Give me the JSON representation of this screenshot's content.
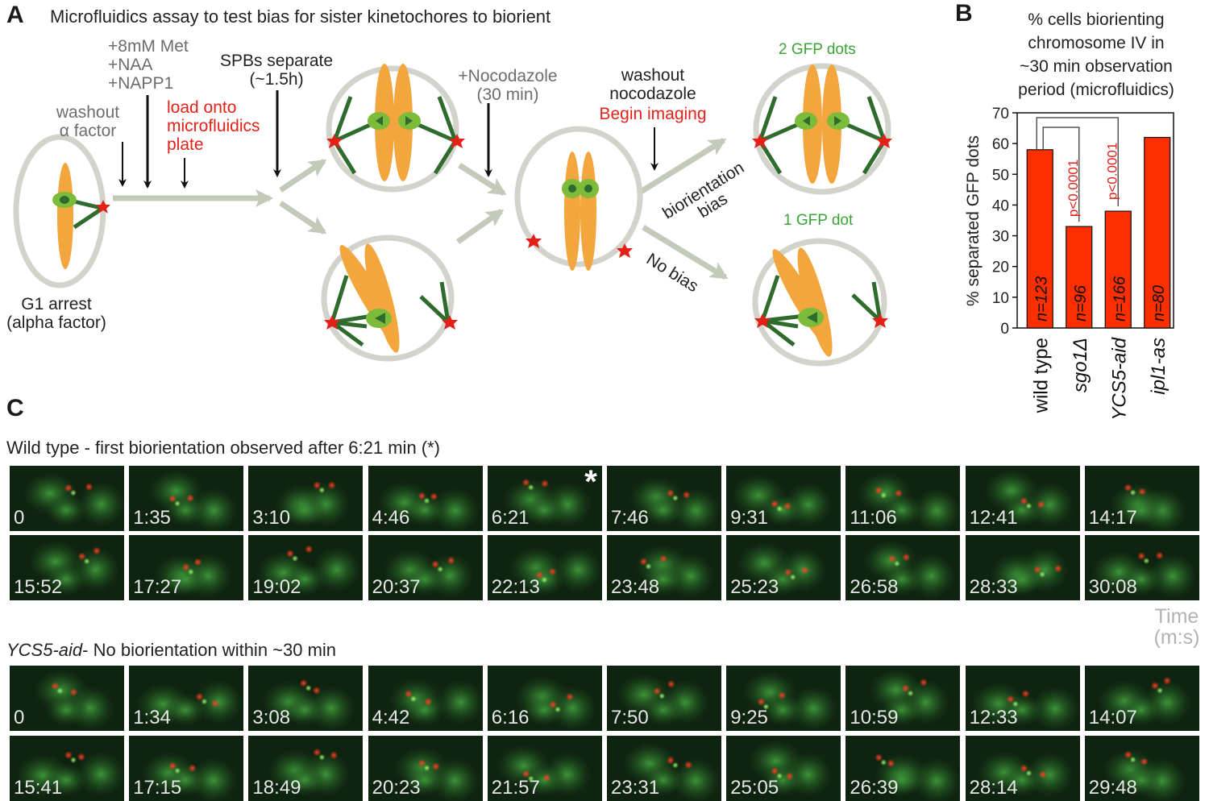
{
  "panelA": {
    "letter": "A",
    "title": "Microfluidics assay to test bias for sister kinetochores to biorient",
    "met": [
      "+8mM Met",
      "+NAA",
      "+NAPP1"
    ],
    "washout_alpha": [
      "washout",
      "α factor"
    ],
    "load": [
      "load onto",
      "microfluidics",
      "plate"
    ],
    "spb": [
      "SPBs separate",
      "(~1.5h)"
    ],
    "nocodazole": [
      "+Nocodazole",
      "(30 min)"
    ],
    "washout_noc": [
      "washout",
      "nocodazole"
    ],
    "begin_imaging": "Begin imaging",
    "two_dots": "2 GFP dots",
    "one_dot": "1 GFP dot",
    "bias": [
      "biorientation",
      "bias"
    ],
    "no_bias": "No bias",
    "g1": [
      "G1 arrest",
      "(alpha factor)"
    ],
    "colors": {
      "cell": "#d2d4cc",
      "arrow": "#c3cab9",
      "chromosome": "#f3a63d",
      "kinetochore": "#7dbb3a",
      "microtubule": "#2f6b2c",
      "spb": "#e32119"
    }
  },
  "panelB": {
    "letter": "B"
  },
  "panelC": {
    "letter": "C",
    "wt_title": "Wild type - first biorientation observed after 6:21 min (*)",
    "ycs_title_italic": "YCS5-aid",
    "ycs_title_rest": "- No biorientation within ~30 min",
    "time_label": [
      "Time",
      "(m:s)"
    ],
    "wt_row1": [
      "0",
      "1:35",
      "3:10",
      "4:46",
      "6:21",
      "7:46",
      "9:31",
      "11:06",
      "12:41",
      "14:17"
    ],
    "wt_row2": [
      "15:52",
      "17:27",
      "19:02",
      "20:37",
      "22:13",
      "23:48",
      "25:23",
      "26:58",
      "28:33",
      "30:08"
    ],
    "ycs_row1": [
      "0",
      "1:34",
      "3:08",
      "4:42",
      "6:16",
      "7:50",
      "9:25",
      "10:59",
      "12:33",
      "14:07"
    ],
    "ycs_row2": [
      "15:41",
      "17:15",
      "18:49",
      "20:23",
      "21:57",
      "23:31",
      "25:05",
      "26:39",
      "28:14",
      "29:48"
    ],
    "star_mark": "*"
  },
  "chart_data": {
    "type": "bar",
    "title": [
      "% cells biorienting",
      "chromosome IV in",
      "~30 min observation",
      "period (microfluidics)"
    ],
    "ylabel": "% separated GFP dots",
    "ylim": [
      0,
      70
    ],
    "yticks": [
      "0",
      "10",
      "20",
      "30",
      "40",
      "50",
      "60",
      "70"
    ],
    "categories": [
      "wild type",
      "sgo1Δ",
      "YCS5-aid",
      "ipl1-as"
    ],
    "values": [
      58,
      33,
      38,
      62
    ],
    "n_labels": [
      "n=123",
      "n=96",
      "n=166",
      "n=80"
    ],
    "pvalues": [
      "p<0.0001",
      "p<0.0001"
    ],
    "bar_color": "#fd2e00"
  }
}
